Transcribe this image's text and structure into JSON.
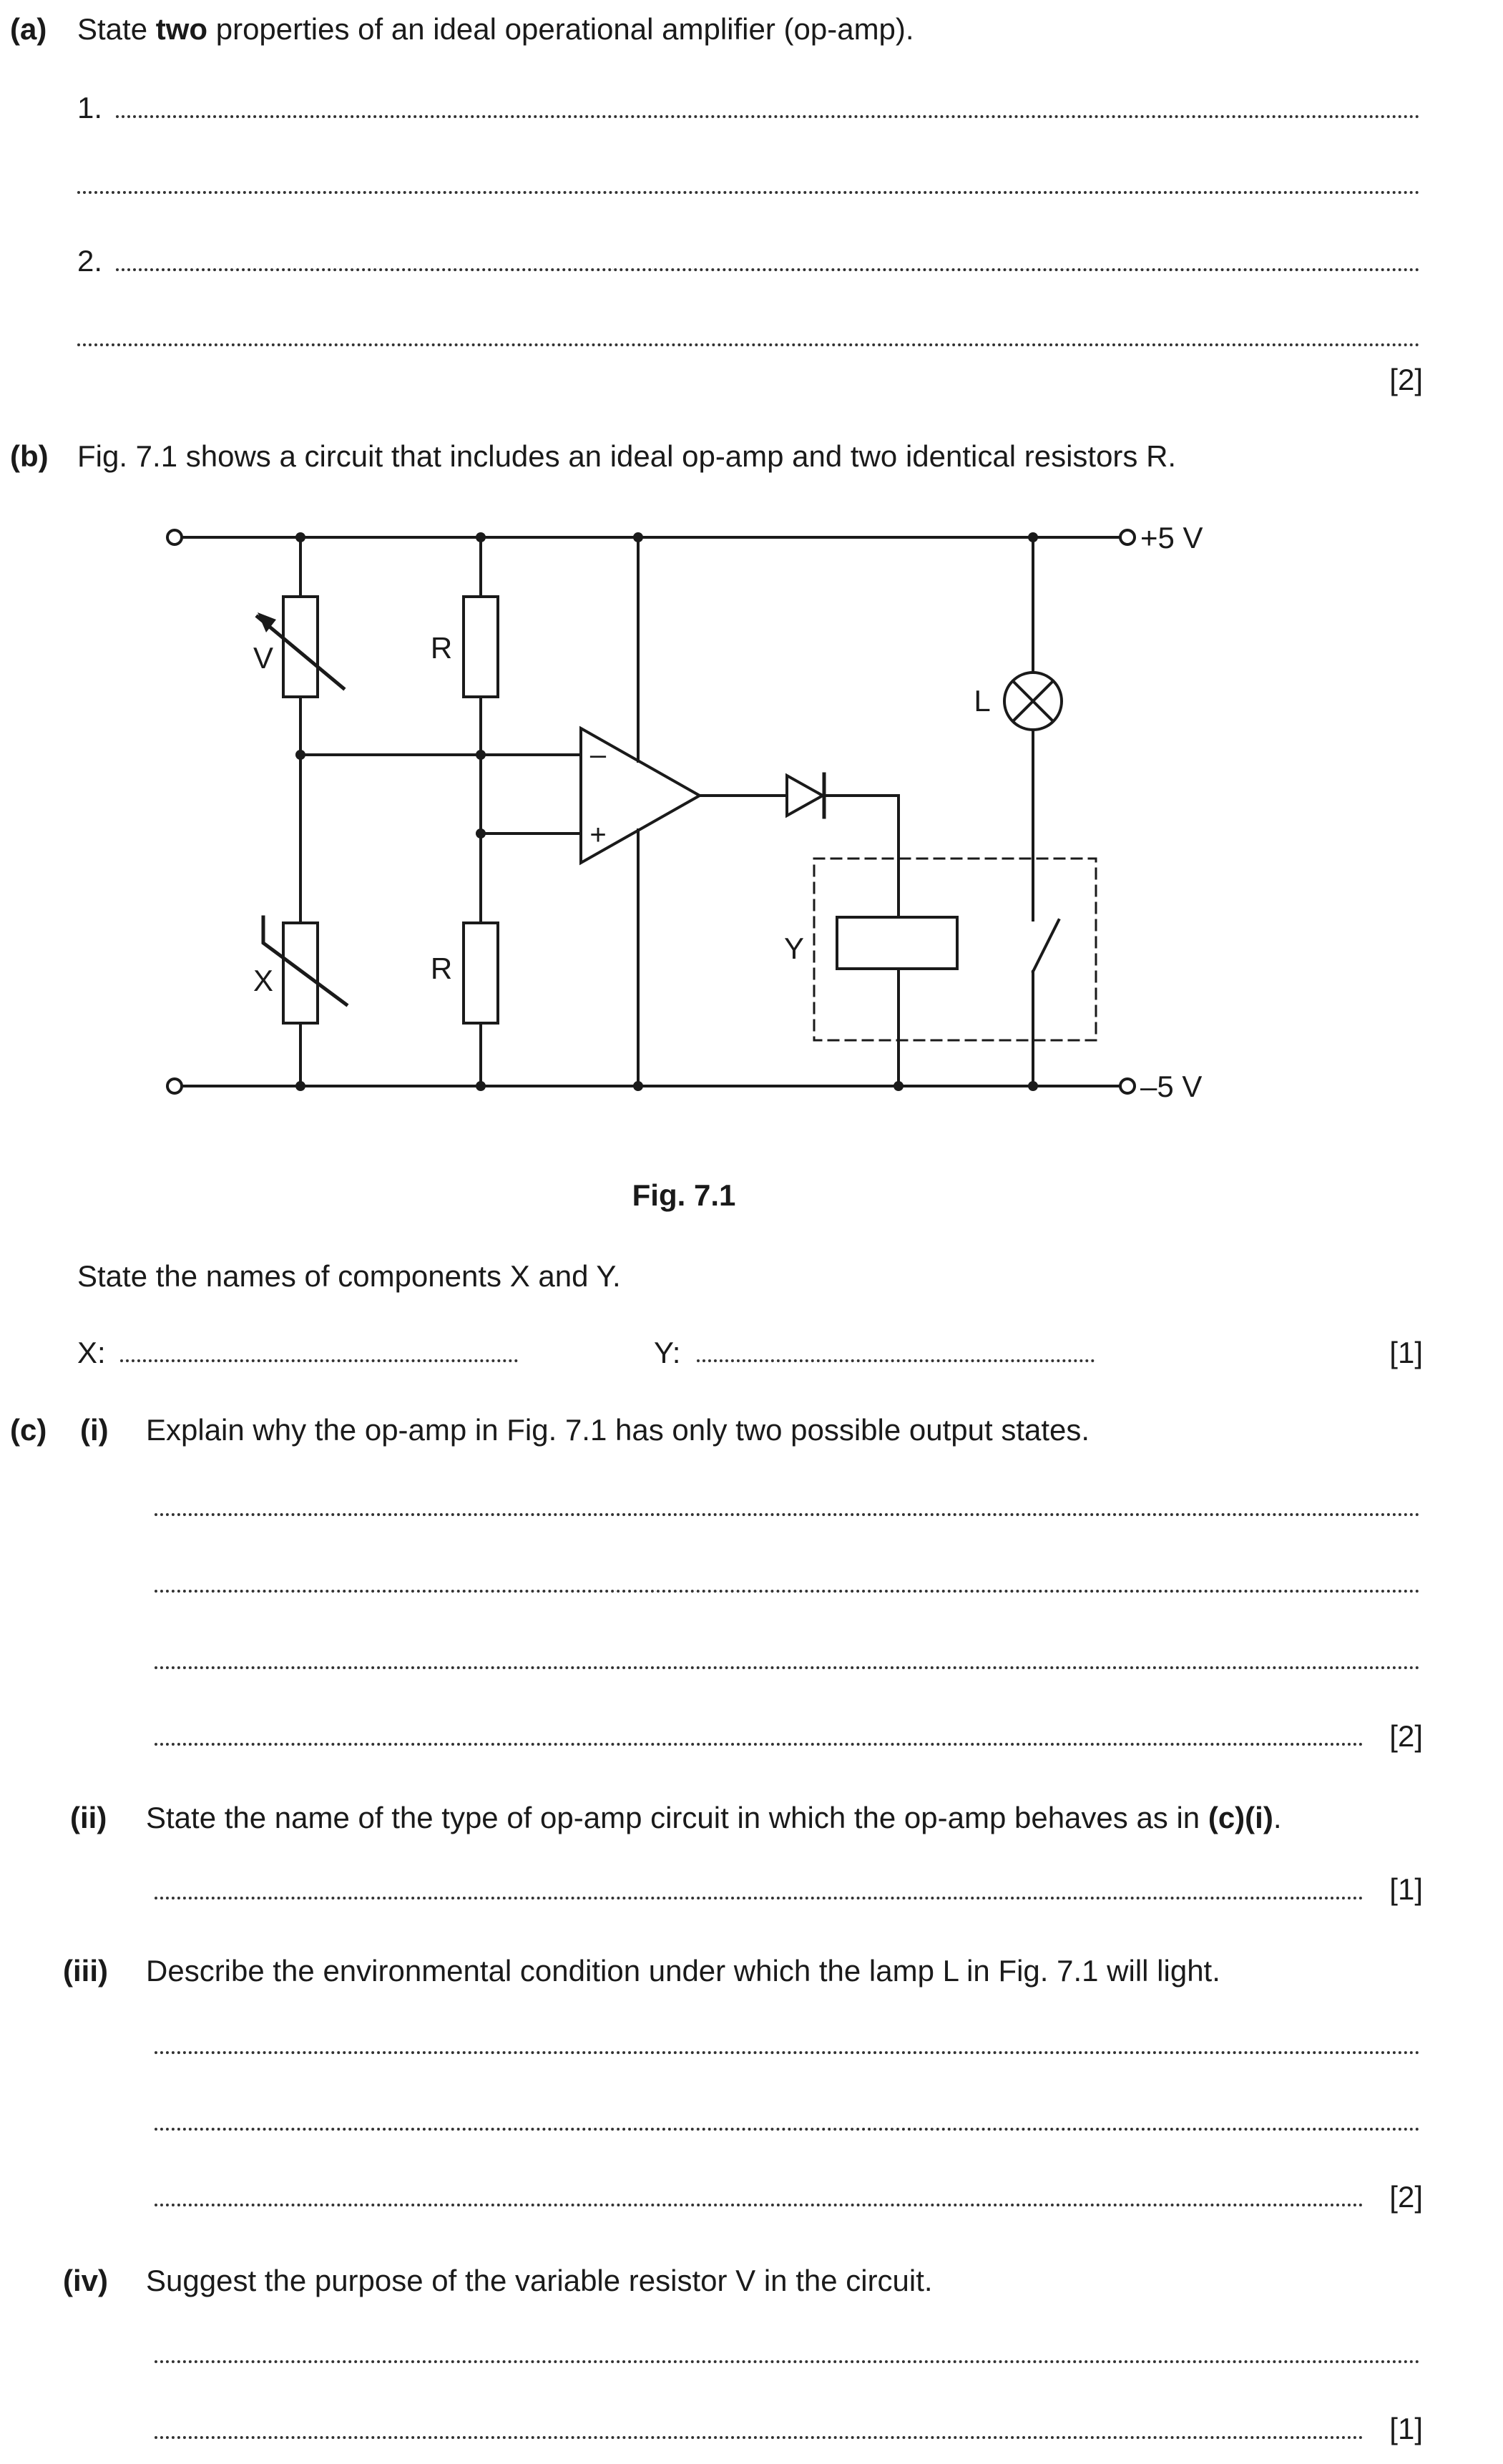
{
  "part_a": {
    "label": "(a)",
    "q_pre": "State ",
    "q_bold": "two",
    "q_post": " properties of an ideal operational amplifier (op-amp).",
    "item1": "1.",
    "item2": "2.",
    "marks": "[2]"
  },
  "part_b": {
    "label": "(b)",
    "text": "Fig. 7.1 shows a circuit that includes an ideal op-amp and two identical resistors R.",
    "figure": {
      "caption": "Fig. 7.1",
      "label_v": "V",
      "label_r_top": "R",
      "label_r_bottom": "R",
      "label_x": "X",
      "label_y": "Y",
      "label_l": "L",
      "minus_sign": "–",
      "plus_sign": "+",
      "supply_pos": "+5 V",
      "supply_neg": "–5 V"
    },
    "question": "State the names of components X and Y.",
    "x_label": "X:",
    "y_label": "Y:",
    "marks": "[1]"
  },
  "part_c": {
    "label": "(c)",
    "i": {
      "label": "(i)",
      "text": "Explain why the op-amp in Fig. 7.1 has only two possible output states.",
      "marks": "[2]"
    },
    "ii": {
      "label": "(ii)",
      "text_pre": "State the name of the type of op-amp circuit in which the op-amp behaves as in ",
      "text_bold": "(c)(i)",
      "text_post": ".",
      "marks": "[1]"
    },
    "iii": {
      "label": "(iii)",
      "text": "Describe the environmental condition under which the lamp L in Fig. 7.1 will light.",
      "marks": "[2]"
    },
    "iv": {
      "label": "(iv)",
      "text": "Suggest the purpose of the variable resistor V in the circuit.",
      "marks": "[1]"
    }
  }
}
